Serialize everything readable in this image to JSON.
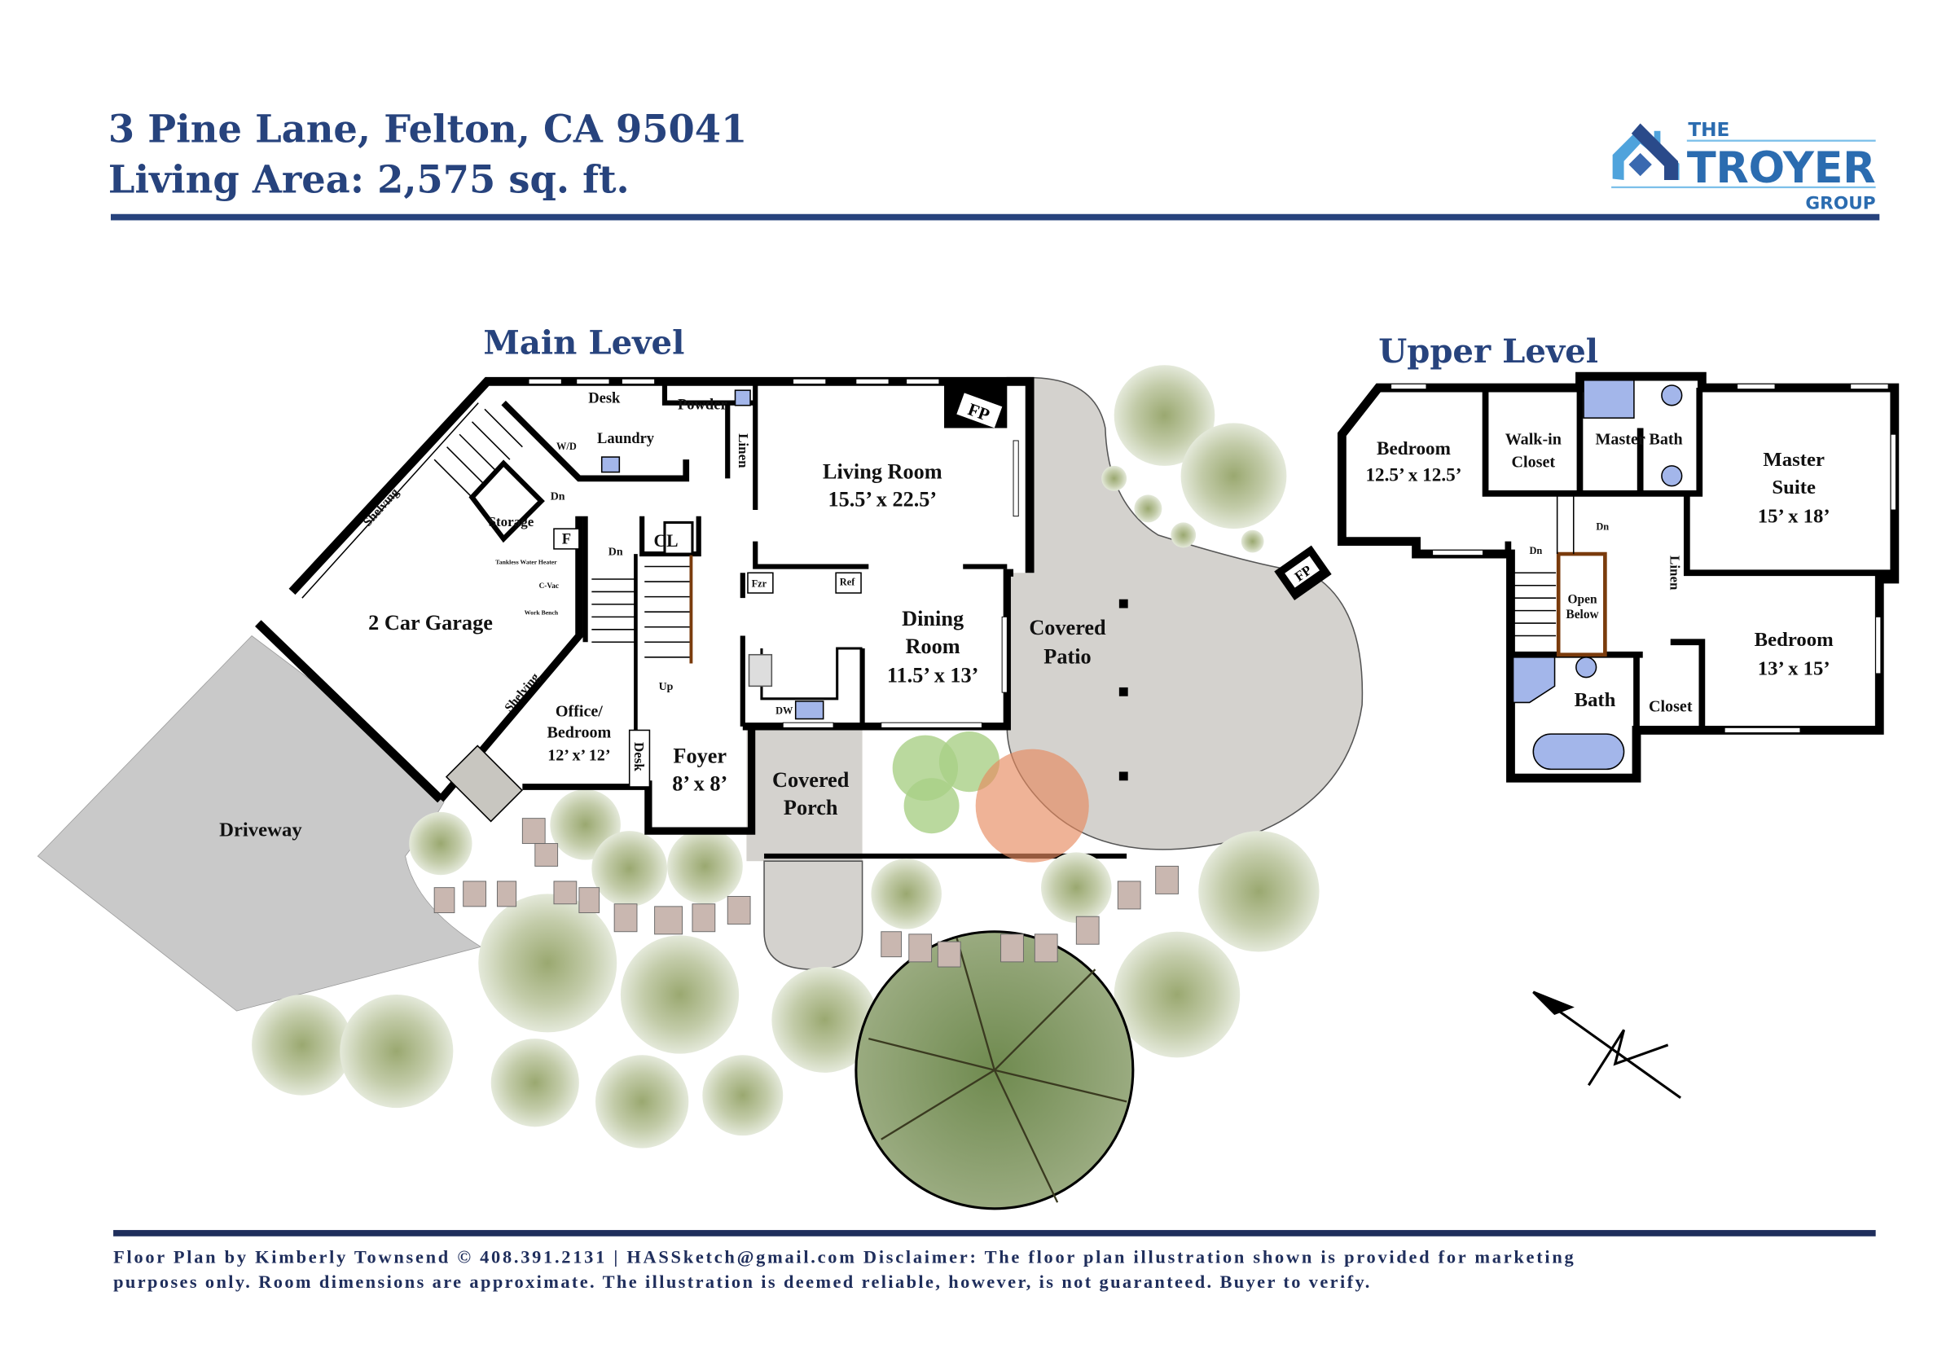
{
  "header": {
    "address": "3 Pine Lane, Felton, CA 95041",
    "living_area": "Living Area: 2,575 sq. ft.",
    "logo": {
      "line1": "THE",
      "line2": "TROYER",
      "line3": "GROUP"
    }
  },
  "colors": {
    "navy": "#27437d",
    "logo_dark": "#2a4a8a",
    "logo_light": "#4fa3dc",
    "fixture_blue": "#a3b6ea",
    "rail_brown": "#7a3b0c"
  },
  "main_level": {
    "title": "Main Level",
    "rooms": {
      "desk": "Desk",
      "powder": "Powder",
      "laundry": "Laundry",
      "wd": "W/D",
      "linen": "Linen",
      "living_room": "Living Room",
      "living_room_dim": "15.5’ x 22.5’",
      "fp": "FP",
      "dn1": "Dn",
      "dn2": "Dn",
      "storage": "Storage",
      "f": "F",
      "cl": "CL",
      "up": "Up",
      "tankless": "Tankless Water Heater",
      "cvac": "C-Vac",
      "work_bench": "Work Bench",
      "shelving1": "Shelving",
      "shelving2": "Shelving",
      "garage": "2 Car Garage",
      "fzr": "Fzr",
      "ref": "Ref",
      "dw": "DW",
      "dining": "Dining",
      "dining2": "Room",
      "dining_dim": "11.5’ x 13’",
      "patio1": "Covered",
      "patio2": "Patio",
      "office1": "Office/",
      "office2": "Bedroom",
      "office_dim": "12’ x’ 12’",
      "desk2": "Desk",
      "foyer": "Foyer",
      "foyer_dim": "8’ x 8’",
      "porch1": "Covered",
      "porch2": "Porch",
      "driveway": "Driveway",
      "fp2": "FP"
    }
  },
  "upper_level": {
    "title": "Upper Level",
    "rooms": {
      "bedroom1": "Bedroom",
      "bedroom1_dim": "12.5’ x 12.5’",
      "walkin1": "Walk-in",
      "walkin2": "Closet",
      "master_bath": "Master Bath",
      "master1": "Master",
      "master2": "Suite",
      "master_dim": "15’ x 18’",
      "dn1": "Dn",
      "dn2": "Dn",
      "open1": "Open",
      "open2": "Below",
      "linen": "Linen",
      "bedroom2": "Bedroom",
      "bedroom2_dim": "13’ x 15’",
      "bath": "Bath",
      "closet": "Closet"
    }
  },
  "footer": {
    "line1": "Floor Plan by Kimberly Townsend ©   408.391.2131   |   HASSketch@gmail.com  Disclaimer: The floor plan illustration shown is provided for marketing",
    "line2": "purposes only. Room dimensions are approximate. The illustration is deemed reliable, however, is not guaranteed. Buyer to verify."
  }
}
